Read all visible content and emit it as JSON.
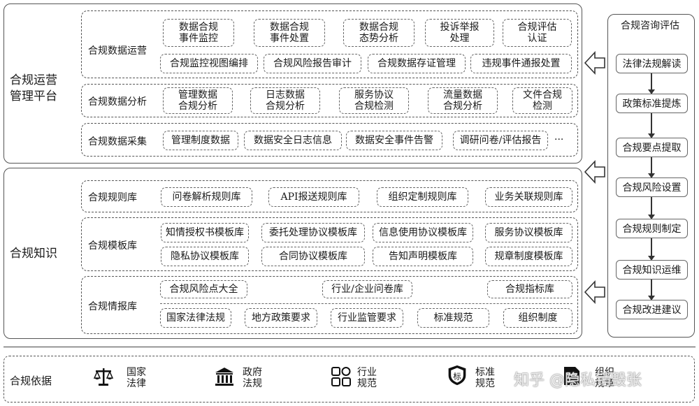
{
  "platform": {
    "title": "合规运营\n管理平台",
    "sections": {
      "ops": {
        "label": "合规数据运营",
        "row1": [
          "数据合规\n事件监控",
          "数据合规\n事件处置",
          "数据合规\n态势分析",
          "投诉举报\n处理",
          "合规评估\n认证"
        ],
        "row2": [
          "合规监控视图编排",
          "合规风险报告审计",
          "合规数据存证管理",
          "违规事件通报处置"
        ]
      },
      "analysis": {
        "label": "合规数据分析",
        "items": [
          "管理数据\n合规分析",
          "日志数据\n合规分析",
          "服务协议\n合规检测",
          "流量数据\n合规分析",
          "文件合规\n检测"
        ]
      },
      "collect": {
        "label": "合规数据采集",
        "items": [
          "管理制度数据",
          "数据安全日志信息",
          "数据安全事件告警",
          "调研问卷/评估报告"
        ],
        "more": "···"
      }
    }
  },
  "knowledge": {
    "title": "合规知识",
    "rules": {
      "label": "合规规则库",
      "items": [
        "问卷解析规则库",
        "API报送规则库",
        "组织定制规则库",
        "业务关联规则库"
      ]
    },
    "templates": {
      "label": "合规模板库",
      "row1": [
        "知情授权书模板库",
        "委托处理协议模板库",
        "信息使用协议模板库",
        "服务协议模板库"
      ],
      "row2": [
        "隐私协议模板库",
        "合同协议模板库",
        "告知声明模板库",
        "规章制度模板库"
      ]
    },
    "intel": {
      "label": "合规情报库",
      "row1": [
        "合规风险点大全",
        "行业/企业问卷库",
        "合规指标库"
      ],
      "row2": [
        "国家法律法规",
        "地方政策要求",
        "行业监管要求",
        "标准规范",
        "组织制度"
      ]
    }
  },
  "consult": {
    "title": "合规咨询评估",
    "steps": [
      "法律法规解读",
      "政策标准提炼",
      "合规要点提取",
      "合规风险设置",
      "合规规则制定",
      "合规知识运维",
      "合规改进建议"
    ]
  },
  "basis": {
    "label": "合规依据",
    "items": [
      {
        "icon": "scales-icon",
        "text": "国家\n法律"
      },
      {
        "icon": "government-building-icon",
        "text": "政府\n法规"
      },
      {
        "icon": "grid-blocks-icon",
        "text": "行业\n规范"
      },
      {
        "icon": "shield-icon",
        "text": "标准\n规范"
      },
      {
        "icon": "document-icon",
        "text": "组织\n规章"
      }
    ]
  },
  "watermark": "知乎 @隐私销毁张"
}
